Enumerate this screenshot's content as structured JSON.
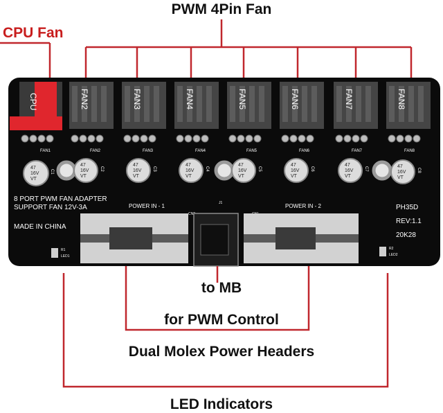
{
  "labels": {
    "pwm_4pin_fan": "PWM 4Pin Fan",
    "cpu_fan": "CPU Fan",
    "to_mb": "to MB",
    "for_pwm_control": "for PWM Control",
    "dual_molex": "Dual Molex Power Headers",
    "led_indicators": "LED Indicators"
  },
  "board": {
    "fan_header_labels": [
      "CPU",
      "FAN2",
      "FAN3",
      "FAN4",
      "FAN5",
      "FAN6",
      "FAN7",
      "FAN8"
    ],
    "fan_pin_labels": [
      "FAN1",
      "FAN2",
      "FAN3",
      "FAN4",
      "FAN5",
      "FAN6",
      "FAN7",
      "FAN8"
    ],
    "capacitor_labels": [
      "C1",
      "C2",
      "C3",
      "C4",
      "C5",
      "C6",
      "C7",
      "C8"
    ],
    "capacitor_text": [
      "47",
      "16V",
      "VT"
    ],
    "silkscreen_line1": "8 PORT PWM FAN ADAPTER",
    "silkscreen_line2": "SUPPORT FAN 12V-3A",
    "made_in": "MADE IN CHINA",
    "power_in_1": "POWER IN - 1",
    "power_in_2": "POWER IN - 2",
    "connector_cn2": "CN2",
    "connector_cn1": "CN1",
    "connector_j1": "J1",
    "model": "PH35D",
    "revision": "REV:1.1",
    "code": "20K28",
    "r1": "R1",
    "led1": "LED1",
    "r2": "R2",
    "led2": "LED2"
  },
  "colors": {
    "callout_line": "#c0272d",
    "cpu_label": "#c81e1e",
    "cpu_header": "#e0262d",
    "board": "#0b0b0b"
  }
}
